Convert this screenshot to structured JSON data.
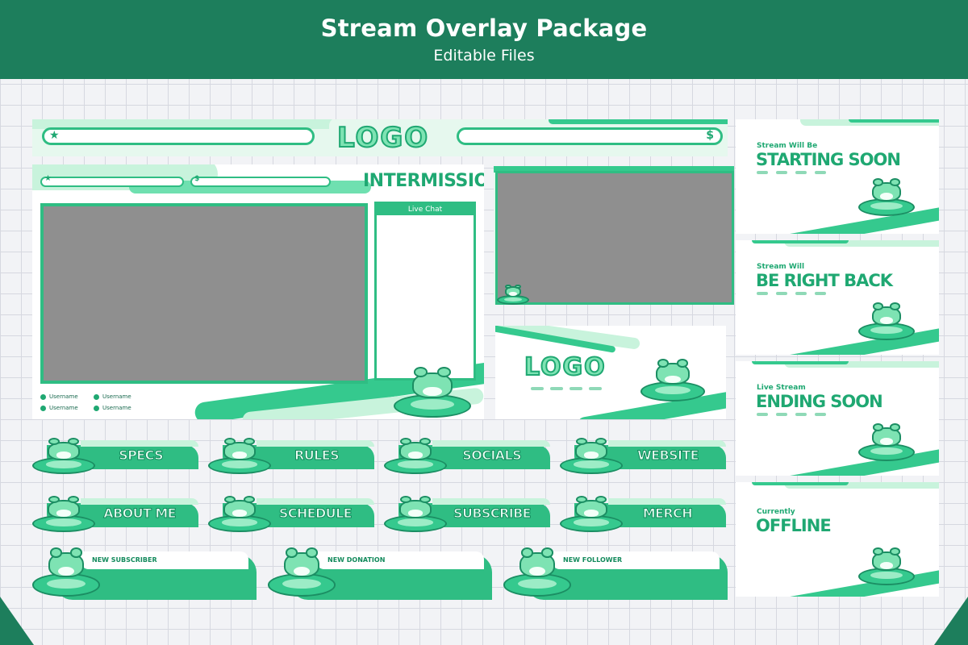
{
  "header": {
    "title": "Stream Overlay Package",
    "subtitle": "Editable Files"
  },
  "topbar": {
    "logo": "LOGO",
    "left_icon": "star-icon",
    "right_icon": "dollar-icon",
    "right_symbol": "$"
  },
  "intermission": {
    "title": "INTERMISSION",
    "chat_title": "Live Chat",
    "socials": [
      "Username",
      "Username",
      "Username",
      "Username"
    ]
  },
  "brb_logo": "LOGO",
  "buttons": [
    "SPECS",
    "RULES",
    "SOCIALS",
    "WEBSITE",
    "ABOUT ME",
    "SCHEDULE",
    "SUBSCRIBE",
    "MERCH"
  ],
  "alerts": [
    "NEW SUBSCRIBER",
    "NEW DONATION",
    "NEW FOLLOWER"
  ],
  "scenes": [
    {
      "small": "Stream Will Be",
      "big": "STARTING SOON"
    },
    {
      "small": "Stream Will",
      "big": "BE RIGHT BACK"
    },
    {
      "small": "Live Stream",
      "big": "ENDING SOON"
    },
    {
      "small": "Currently",
      "big": "OFFLINE"
    }
  ],
  "colors": {
    "brand_dark": "#1d7e5c",
    "accent": "#2fbd83",
    "light": "#c8f3dc"
  }
}
